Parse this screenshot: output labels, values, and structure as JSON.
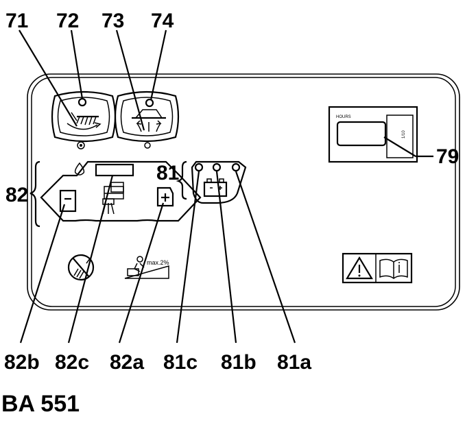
{
  "callouts": {
    "c71": "71",
    "c72": "72",
    "c73": "73",
    "c74": "74",
    "c79": "79",
    "c81": "81",
    "c82": "82",
    "c82b": "82b",
    "c82c": "82c",
    "c82a": "82a",
    "c81c": "81c",
    "c81b": "81b",
    "c81a": "81a"
  },
  "hour_meter_label": "HOURS",
  "hour_meter_fraction": "1/10",
  "slope_label": "max.2%",
  "model_label": "BA 551"
}
